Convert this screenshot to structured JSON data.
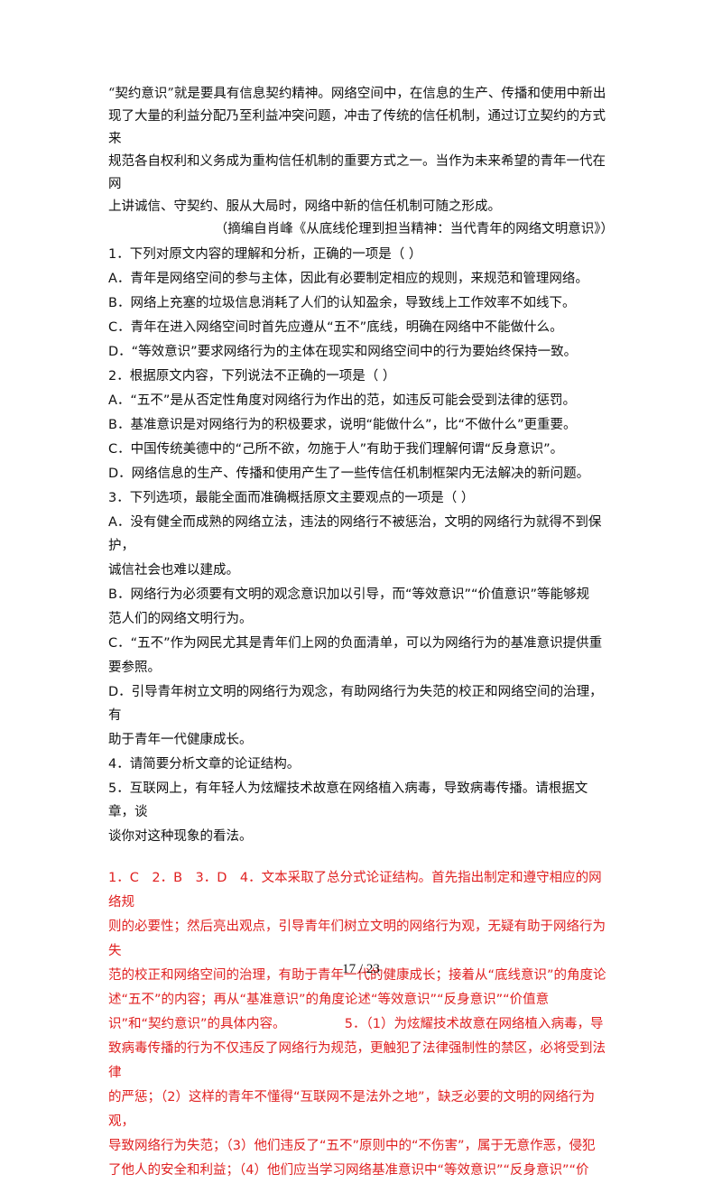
{
  "intro_lines": [
    "“契约意识”就是要具有信息契约精神。网络空间中，在信息的生产、传播和使用中新出",
    "现了大量的利益分配乃至利益冲突问题，冲击了传统的信任机制，通过订立契约的方式来",
    "规范各自权利和义务成为重构信任机制的重要方式之一。当作为未来希望的青年一代在网",
    "上讲诚信、守契约、服从大局时，网络中新的信任机制可随之形成。"
  ],
  "source": "（摘编自肖峰《从底线伦理到担当精神：当代青年的网络文明意识》）",
  "questions": [
    "1．下列对原文内容的理解和分析，正确的一项是（    ）",
    "A．青年是网络空间的参与主体，因此有必要制定相应的规则，来规范和管理网络。",
    "B．网络上充塞的垃圾信息消耗了人们的认知盈余，导致线上工作效率不如线下。",
    "C．青年在进入网络空间时首先应遵从“五不”底线，明确在网络中不能做什么。",
    "D．“等效意识”要求网络行为的主体在现实和网络空间中的行为要始终保持一致。",
    "2．根据原文内容，下列说法不正确的一项是（    ）",
    "A．“五不”是从否定性角度对网络行为作出的范，如违反可能会受到法律的惩罚。",
    "B．基准意识是对网络行为的积极要求，说明“能做什么”，比“不做什么”更重要。",
    "C．中国传统美德中的“己所不欲，勿施于人”有助于我们理解何谓“反身意识”。",
    "D．网络信息的生产、传播和使用产生了一些传信任机制框架内无法解决的新问题。",
    "3．下列选项，最能全面而准确概括原文主要观点的一项是（    ）",
    "A．没有健全而成熟的网络立法，违法的网络行不被惩治，文明的网络行为就得不到保护，",
    "诚信社会也难以建成。",
    "B．网络行为必须要有文明的观念意识加以引导，而“等效意识”“价值意识”等能够规",
    "范人们的网络文明行为。",
    "C．“五不”作为网民尤其是青年们上网的负面清单，可以为网络行为的基准意识提供重",
    "要参照。",
    "D．引导青年树立文明的网络行为观念，有助网络行为失范的校正和网络空间的治理，有",
    "助于青年一代健康成长。",
    "4．请简要分析文章的论证结构。",
    "5．互联网上，有年轻人为炫耀技术故意在网络植入病毒，导致病毒传播。请根据文章，谈",
    "谈你对这种现象的看法。"
  ],
  "answer_lines": [
    "1．C　2．B　3．D　4．文本采取了总分式论证结构。首先指出制定和遵守相应的网络规",
    "则的必要性；然后亮出观点，引导青年们树立文明的网络行为观，无疑有助于网络行为失",
    "范的校正和网络空间的治理，有助于青年一代的健康成长；接着从“底线意识”的角度论",
    "述“五不”的内容；再从“基准意识”的角度论述“等效意识”“反身意识”“价值意",
    "识”和“契约意识”的具体内容。　　　　　5．（1）为炫耀技术故意在网络植入病毒，导",
    "致病毒传播的行为不仅违反了网络行为规范，更触犯了法律强制性的禁区，必将受到法律",
    "的严惩；（2）这样的青年不懂得“互联网不是法外之地”，缺乏必要的文明的网络行为观，",
    "导致网络行为失范；（3）他们违反了“五不”原则中的“不伤害”，属于无意作恶，侵犯",
    "了他人的安全和利益；（4）他们应当学习网络基准意识中“等效意识”“反身意识”“价"
  ],
  "page_number": "17 / 23"
}
